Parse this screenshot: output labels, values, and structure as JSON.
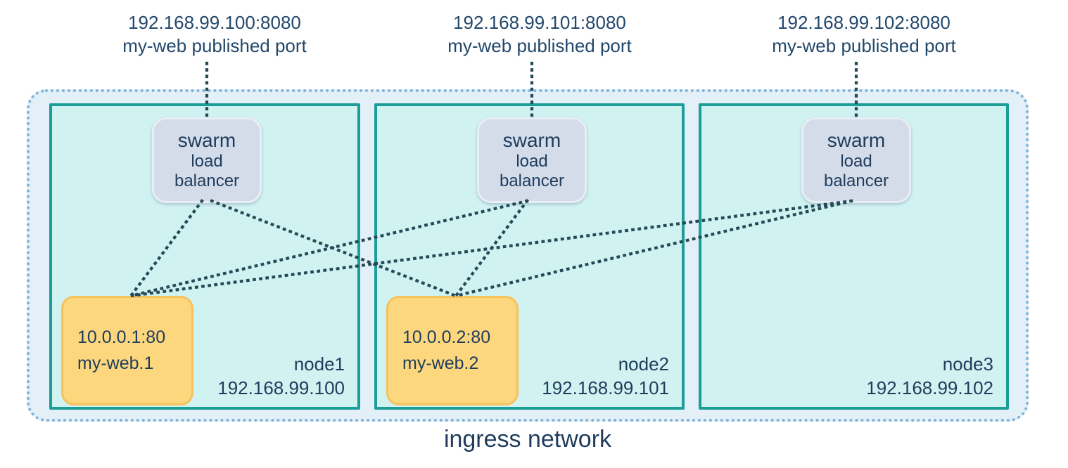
{
  "network": {
    "label": "ingress network"
  },
  "published_ports": [
    {
      "id": "port-1",
      "address": "192.168.99.100:8080",
      "caption": "my-web published port"
    },
    {
      "id": "port-2",
      "address": "192.168.99.101:8080",
      "caption": "my-web published port"
    },
    {
      "id": "port-3",
      "address": "192.168.99.102:8080",
      "caption": "my-web published port"
    }
  ],
  "nodes": [
    {
      "id": "node1",
      "name": "node1",
      "ip": "192.168.99.100",
      "load_balancer": {
        "id": "lb-1",
        "lines": [
          "swarm",
          "load",
          "balancer"
        ]
      },
      "task": {
        "id": "task-1",
        "address": "10.0.0.1:80",
        "name": "my-web.1"
      }
    },
    {
      "id": "node2",
      "name": "node2",
      "ip": "192.168.99.101",
      "load_balancer": {
        "id": "lb-2",
        "lines": [
          "swarm",
          "load",
          "balancer"
        ]
      },
      "task": {
        "id": "task-2",
        "address": "10.0.0.2:80",
        "name": "my-web.2"
      }
    },
    {
      "id": "node3",
      "name": "node3",
      "ip": "192.168.99.102",
      "load_balancer": {
        "id": "lb-3",
        "lines": [
          "swarm",
          "load",
          "balancer"
        ]
      },
      "task": null
    }
  ],
  "wires": {
    "port_to_lb": [
      {
        "from": "port-1",
        "to": "lb-1"
      },
      {
        "from": "port-2",
        "to": "lb-2"
      },
      {
        "from": "port-3",
        "to": "lb-3"
      }
    ],
    "lb_to_task": [
      {
        "from": "lb-1",
        "to": "task-1"
      },
      {
        "from": "lb-1",
        "to": "task-2"
      },
      {
        "from": "lb-2",
        "to": "task-1"
      },
      {
        "from": "lb-2",
        "to": "task-2"
      },
      {
        "from": "lb-3",
        "to": "task-1"
      },
      {
        "from": "lb-3",
        "to": "task-2"
      }
    ]
  },
  "colors": {
    "network_fill": "#e4f0f8",
    "network_border": "#7fb2d6",
    "node_border": "#1b9e98",
    "node_fill": "#d0f2f1",
    "lb_fill": "#d4dcea",
    "lb_border": "#e9edf5",
    "task_fill": "#fcd77e",
    "task_border": "#f5c25c",
    "wire": "#234a57",
    "text": "#1f3c5c",
    "port_text": "#23486b"
  }
}
